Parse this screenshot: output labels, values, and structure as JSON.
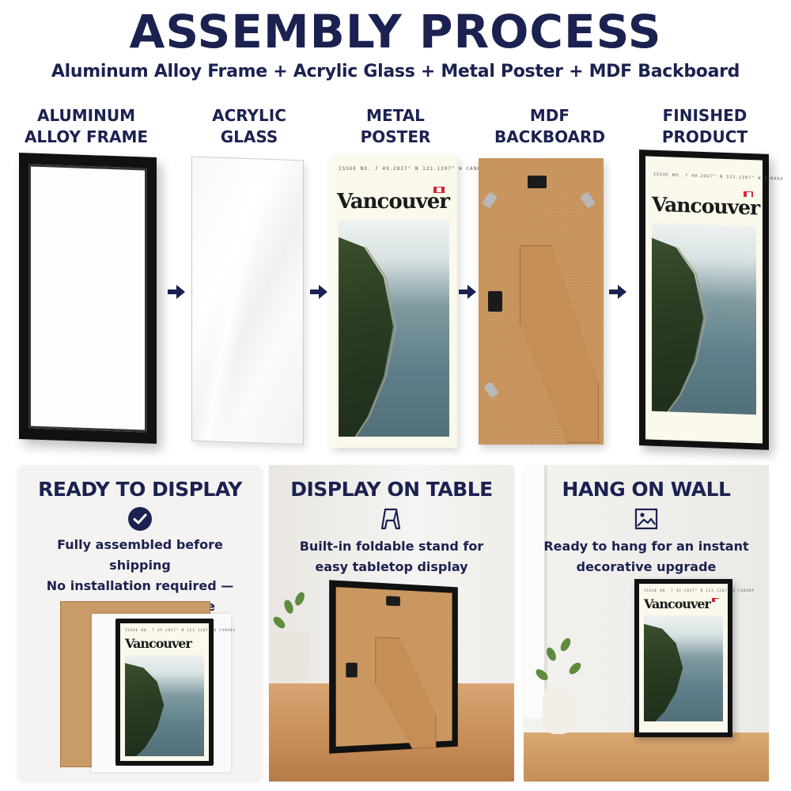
{
  "header": {
    "title": "ASSEMBLY PROCESS",
    "subtitle": "Aluminum Alloy Frame + Acrylic Glass + Metal Poster + MDF Backboard"
  },
  "steps": [
    {
      "label_line1": "ALUMINUM",
      "label_line2": "ALLOY FRAME"
    },
    {
      "label_line1": "ACRYLIC",
      "label_line2": "GLASS"
    },
    {
      "label_line1": "METAL",
      "label_line2": "POSTER"
    },
    {
      "label_line1": "MDF",
      "label_line2": "BACKBOARD"
    },
    {
      "label_line1": "FINISHED",
      "label_line2": "PRODUCT"
    }
  ],
  "poster": {
    "header_text": "ISSUE NO. 7   49.2827° N 123.1207° W   CANADA",
    "city": "Vancouver"
  },
  "cards": [
    {
      "title": "READY TO DISPLAY",
      "icon": "check-circle-icon",
      "lines": [
        "Fully assembled before shipping",
        "No installation required —",
        "unpack and decorate"
      ]
    },
    {
      "title": "DISPLAY ON TABLE",
      "icon": "easel-stand-icon",
      "lines": [
        "Built-in foldable stand for",
        "easy tabletop display"
      ]
    },
    {
      "title": "HANG ON WALL",
      "icon": "picture-icon",
      "lines": [
        "Ready to hang for an instant",
        "decorative upgrade"
      ]
    }
  ],
  "colors": {
    "navy": "#1b2150",
    "frame_black": "#111111",
    "mdf": "#c9975f",
    "poster_bg": "#fbf8ec",
    "card_bg": "#f4f3f1",
    "flag_red": "#d4262b"
  }
}
